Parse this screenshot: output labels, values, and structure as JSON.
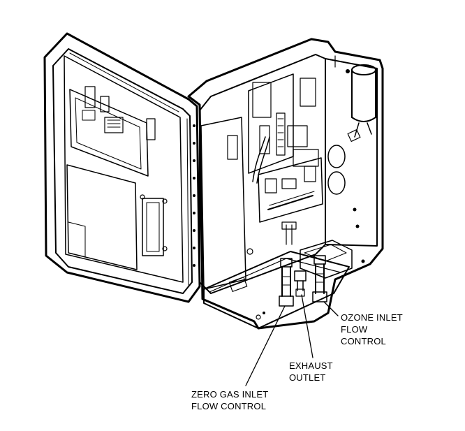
{
  "labels": {
    "ozone": [
      "OZONE INLET",
      "FLOW",
      "CONTROL"
    ],
    "exhaust": [
      "EXHAUST",
      "OUTLET"
    ],
    "zero_gas": [
      "ZERO GAS INLET",
      "FLOW CONTROL"
    ]
  }
}
